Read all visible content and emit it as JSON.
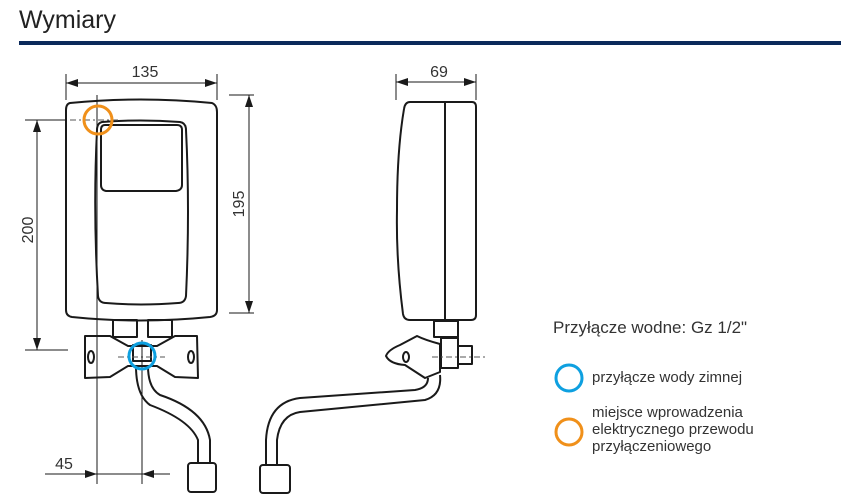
{
  "title": "Wymiary",
  "dimensions": {
    "width_front": "135",
    "height_body": "195",
    "height_mount": "200",
    "offset_inlet": "45",
    "depth_side": "69"
  },
  "legend": {
    "connection": "Przyłącze wodne: Gz 1/2\"",
    "items": [
      {
        "label": "przyłącze wody zimnej",
        "color": "#0ea0e0"
      },
      {
        "label": "miejsce wprowadzenia elektrycznego przewodu przyłączeniowego",
        "color": "#f0901a"
      }
    ]
  },
  "colors": {
    "rule": "#0b2a5b",
    "blue": "#0ea0e0",
    "orange": "#f0901a"
  }
}
